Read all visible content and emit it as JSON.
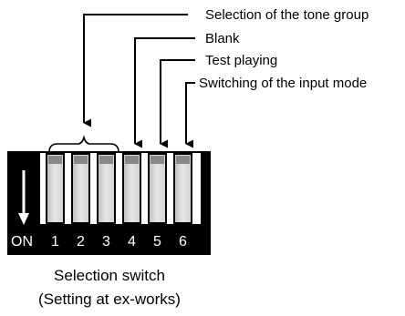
{
  "labels": {
    "tone_group": "Selection of the tone group",
    "blank": "Blank",
    "test_playing": "Test playing",
    "input_mode": "Switching of the input mode"
  },
  "switch": {
    "on_label": "ON",
    "positions": [
      "1",
      "2",
      "3",
      "4",
      "5",
      "6"
    ]
  },
  "caption": {
    "line1": "Selection switch",
    "line2": "(Setting at ex-works)"
  }
}
